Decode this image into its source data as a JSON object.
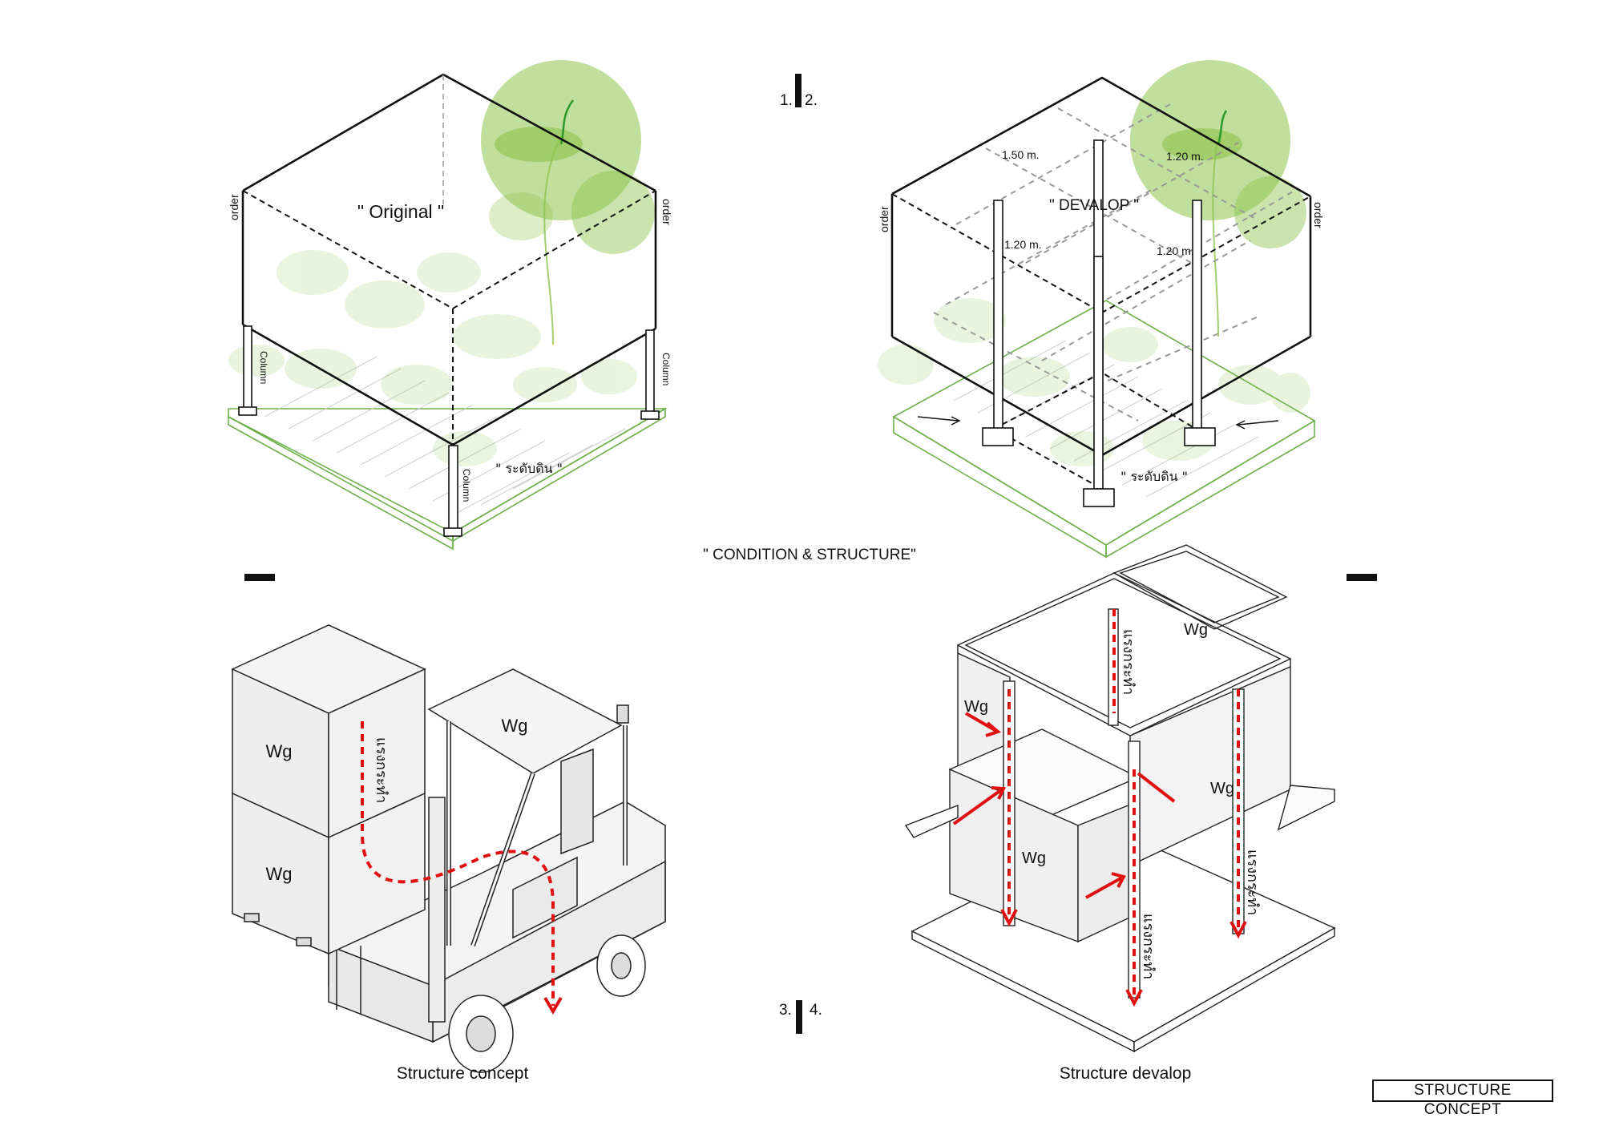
{
  "panels": {
    "original": {
      "title": "\" Original \"",
      "ground": "\" ระดับดิน \"",
      "edge_labels": [
        "order",
        "order"
      ],
      "column_labels": [
        "Column",
        "Column",
        "Column"
      ]
    },
    "develop": {
      "title": "\" DEVALOP \"",
      "ground": "\" ระดับดิน \"",
      "edge_labels": [
        "order",
        "order"
      ],
      "dimensions": [
        "1.50 m.",
        "1.20 m.",
        "1.20 m.",
        "1.20 m."
      ]
    },
    "structure_concept": {
      "caption": "Structure concept",
      "weights": [
        "Wg",
        "Wg",
        "Wg"
      ],
      "force_label": "แรงกระทำ"
    },
    "structure_develop": {
      "caption": "Structure devalop",
      "weights": [
        "Wg",
        "Wg",
        "Wg",
        "Wg"
      ],
      "force_labels": [
        "แรงกระทำ",
        "แรงกระทำ",
        "แรงกระทำ"
      ]
    }
  },
  "section_title": "\" CONDITION & STRUCTURE\"",
  "numbering": {
    "top": [
      "1.",
      "2."
    ],
    "bottom": [
      "3.",
      "4."
    ]
  },
  "sheet_title": "STRUCTURE  CONCEPT",
  "colors": {
    "force": "#e01010",
    "vegetation": "#8cc34a",
    "ground_outline": "#6cb04a",
    "ink": "#111111"
  }
}
